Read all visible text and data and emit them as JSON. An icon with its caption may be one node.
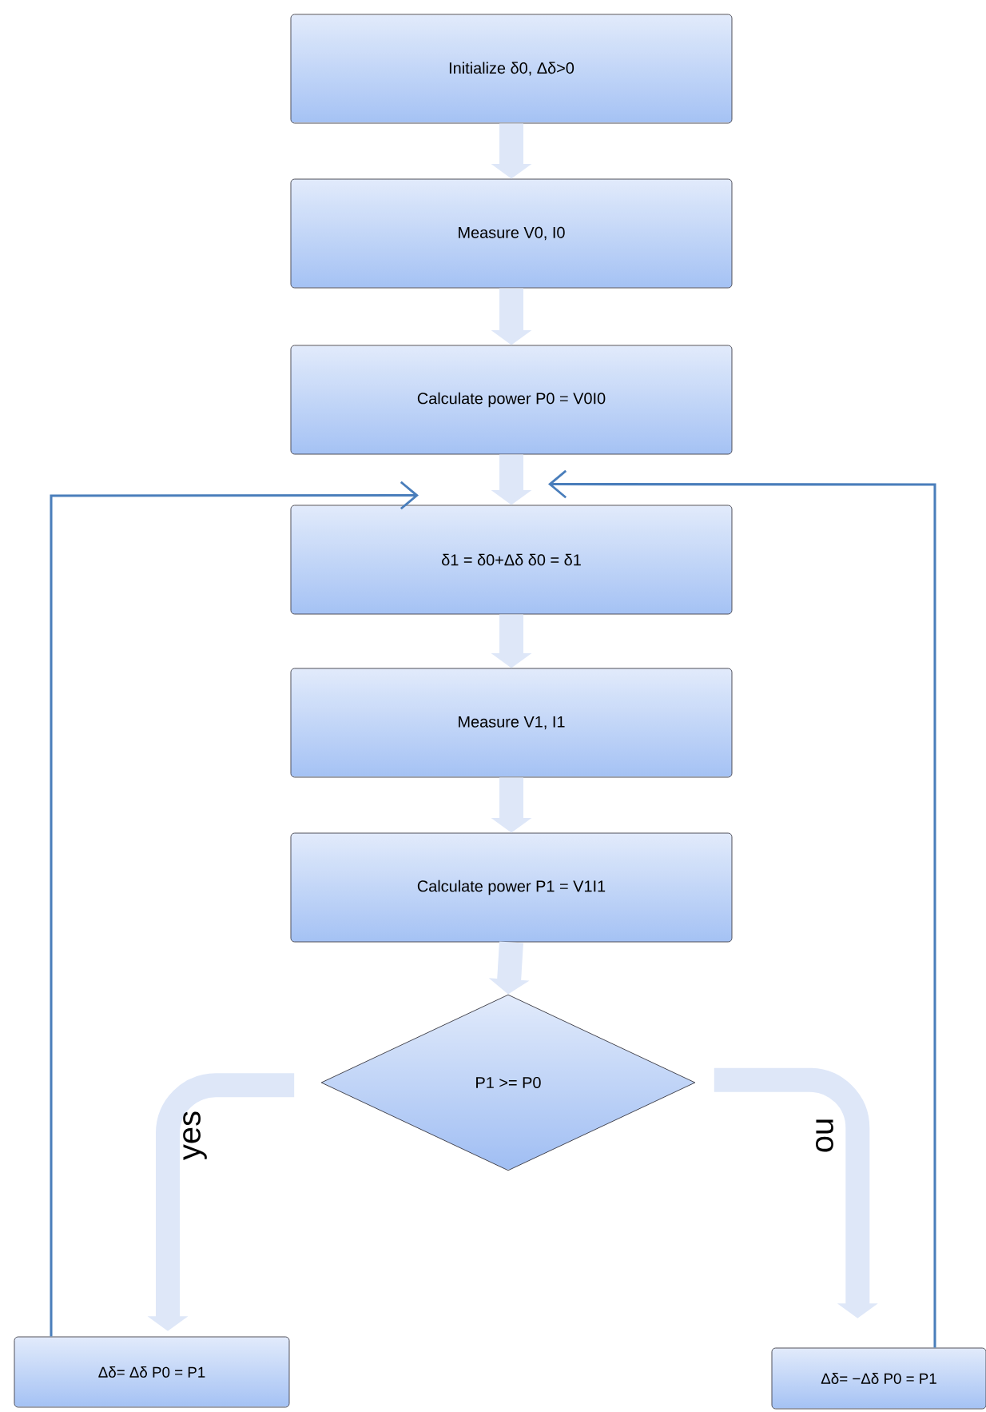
{
  "diagram": {
    "nodes": [
      {
        "text": [
          "Initialize        δ0, Δδ>0"
        ]
      },
      {
        "text": [
          "Measure V0, I0"
        ]
      },
      {
        "text": [
          "Calculate power P0 = V0I0"
        ]
      },
      {
        "text": [
          "δ1 = δ0+Δδ δ0 = δ1"
        ]
      },
      {
        "text": [
          "Measure V1, I1"
        ]
      },
      {
        "text": [
          "Calculate power P1 = V1I1"
        ]
      },
      {
        "text": [
          "P1 >= P0"
        ]
      },
      {
        "text": [
          "Δδ= Δδ P0 = P1"
        ]
      },
      {
        "text": [
          "Δδ= −Δδ P0 = P1"
        ]
      }
    ],
    "edges": [
      {
        "from": 0,
        "to": 1,
        "arrow": "to"
      },
      {
        "from": 1,
        "to": 2,
        "arrow": "to"
      },
      {
        "from": 2,
        "to": 3,
        "arrow": "to"
      },
      {
        "from": 3,
        "to": 4,
        "arrow": "to"
      },
      {
        "from": 4,
        "to": 5,
        "arrow": "to"
      },
      {
        "from": 5,
        "to": 6,
        "arrow": "to"
      },
      {
        "from": 6,
        "to": 7,
        "arrow": "to",
        "label": "yes"
      },
      {
        "from": 6,
        "to": 8,
        "arrow": "to",
        "label": "no"
      },
      {
        "from": 7,
        "to": 3,
        "arrow": "to",
        "color": "#4a7ebb"
      },
      {
        "from": 8,
        "to": 3,
        "arrow": "to",
        "color": "#4a7ebb"
      }
    ]
  }
}
